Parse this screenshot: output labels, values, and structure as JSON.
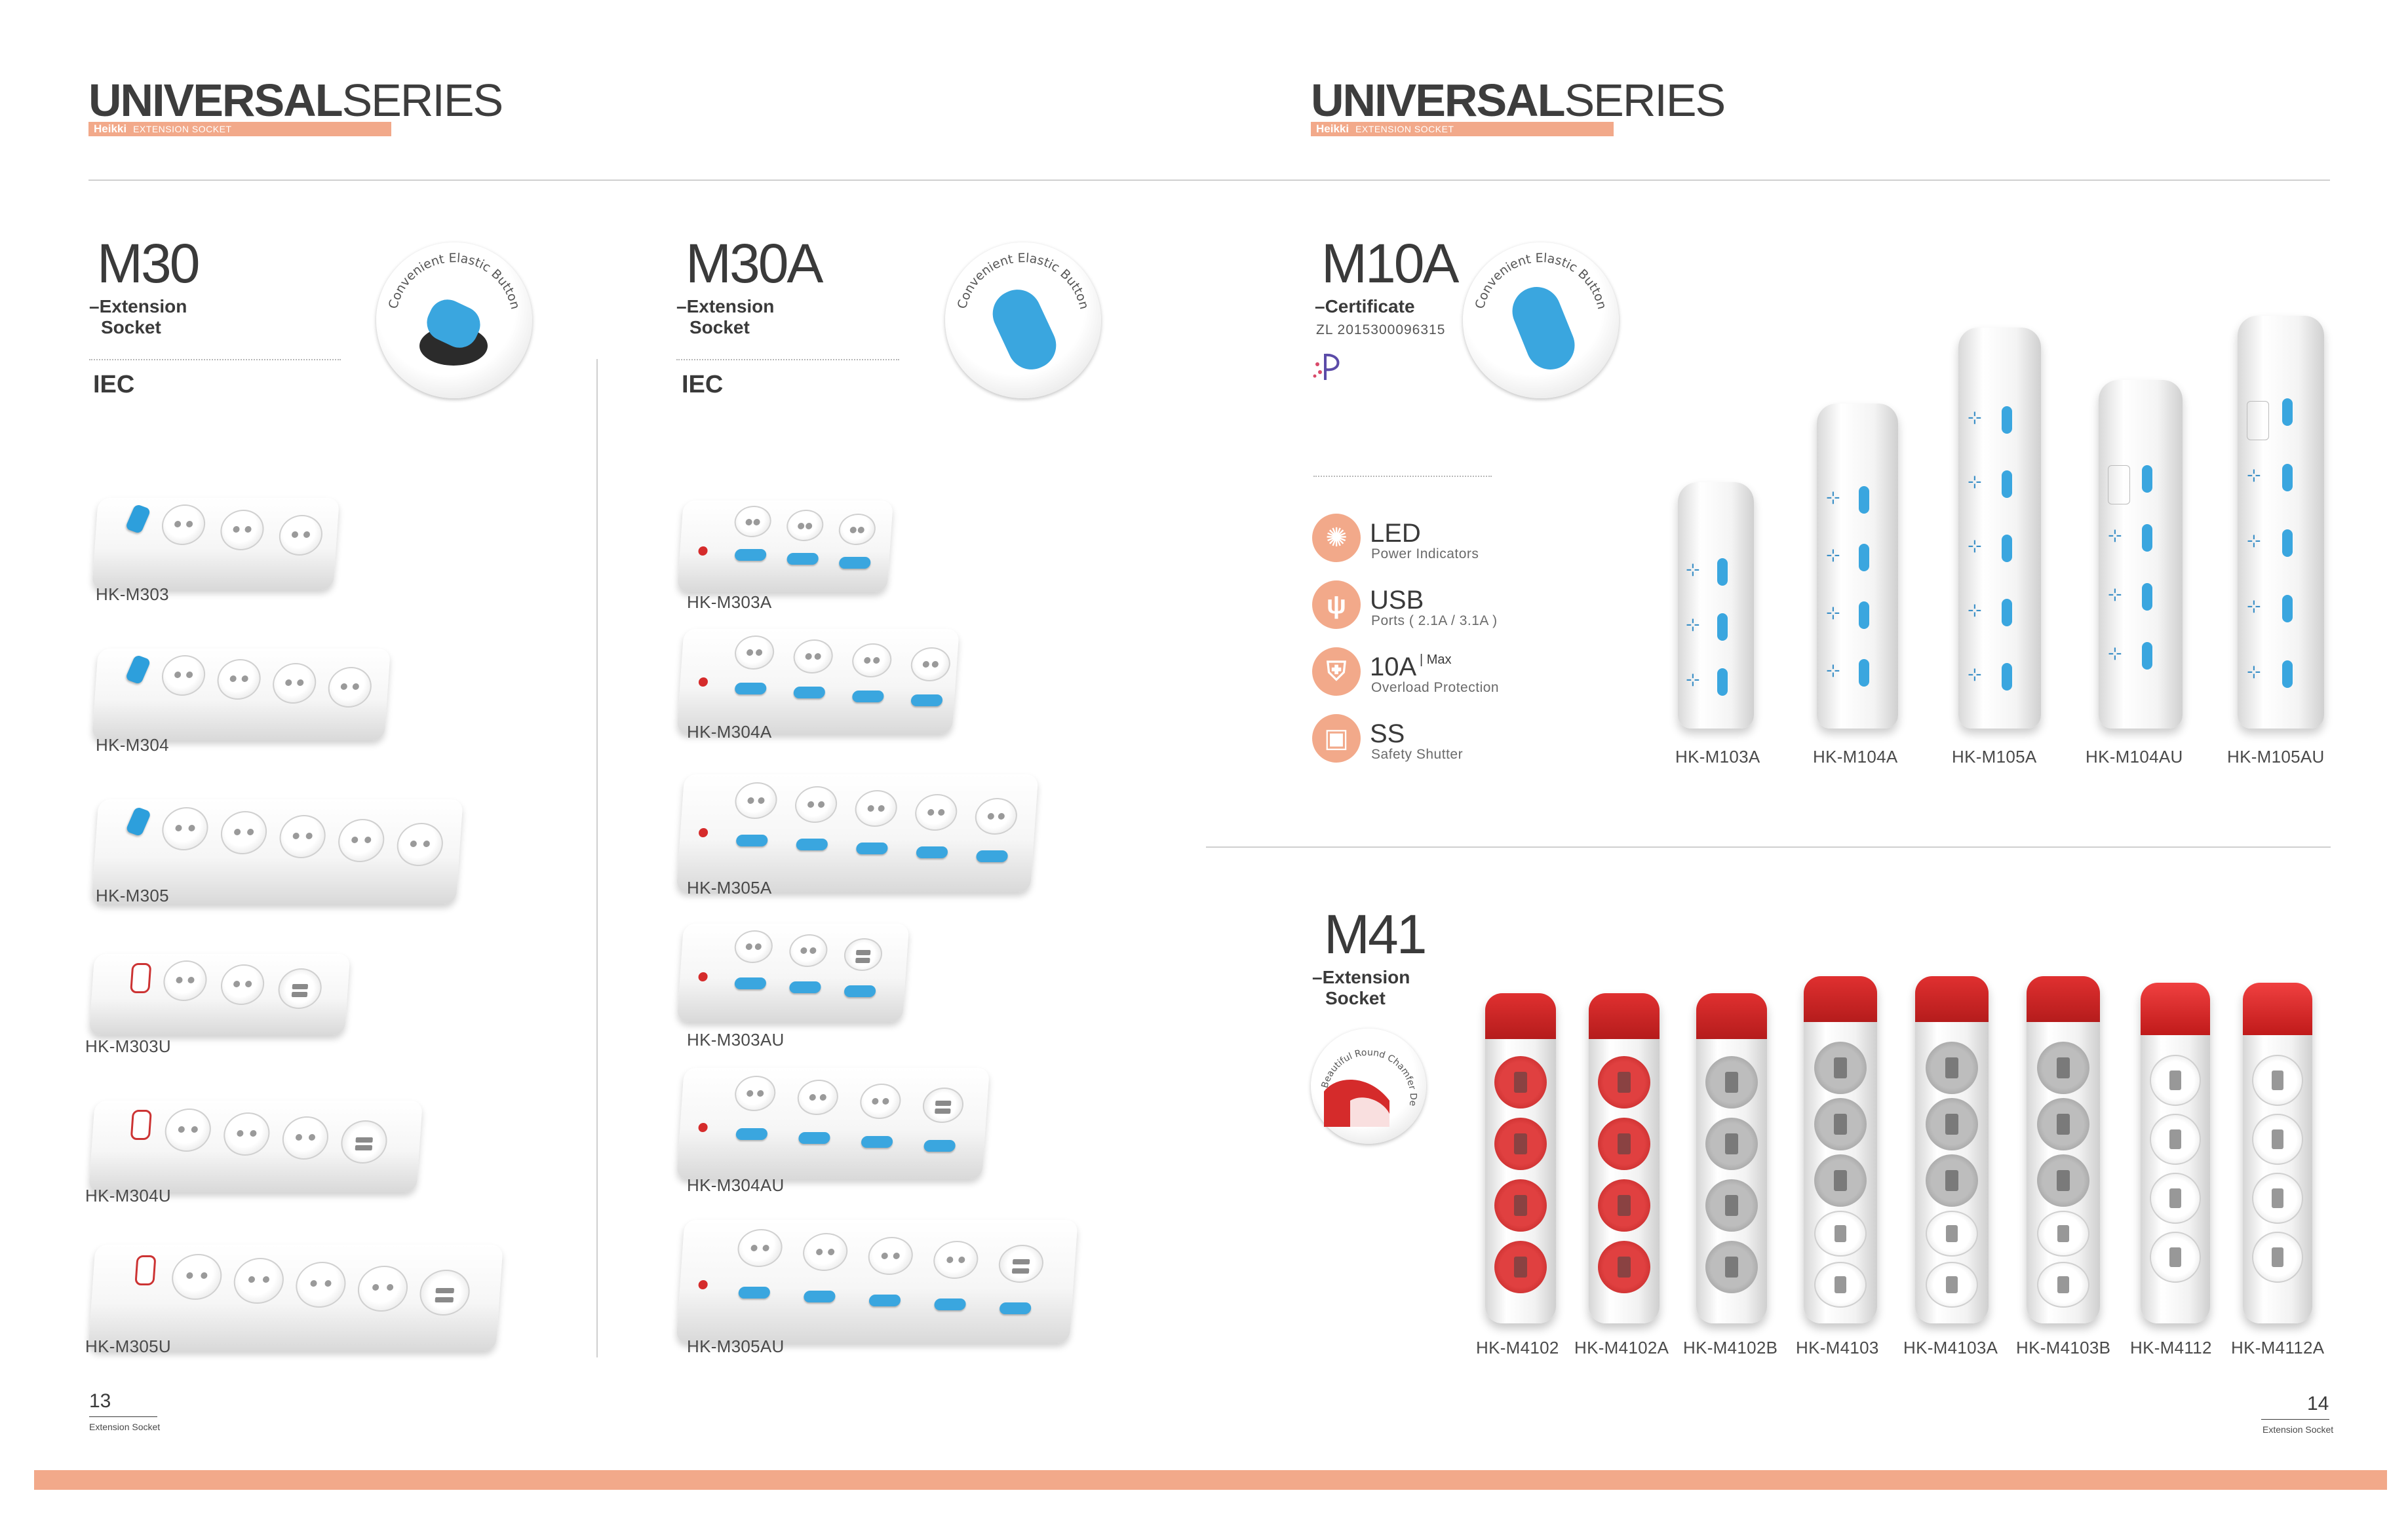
{
  "left_page": {
    "header": {
      "title_bold": "UNIVERSAL",
      "title_light": "SERIES",
      "brand": "Heikki",
      "subtitle": "EXTENSION SOCKET"
    },
    "m30": {
      "model": "M30",
      "sub1": "–Extension",
      "sub2": "Socket",
      "standard": "IEC",
      "feature": "Convenient Elastic Button",
      "products": [
        "HK-M303",
        "HK-M304",
        "HK-M305",
        "HK-M303U",
        "HK-M304U",
        "HK-M305U"
      ]
    },
    "m30a": {
      "model": "M30A",
      "sub1": "–Extension",
      "sub2": "Socket",
      "standard": "IEC",
      "feature": "Convenient Elastic Button",
      "products": [
        "HK-M303A",
        "HK-M304A",
        "HK-M305A",
        "HK-M303AU",
        "HK-M304AU",
        "HK-M305AU"
      ]
    },
    "page_number": "13",
    "page_label": "Extension Socket"
  },
  "right_page": {
    "header": {
      "title_bold": "UNIVERSAL",
      "title_light": "SERIES",
      "brand": "Heikki",
      "subtitle": "EXTENSION SOCKET"
    },
    "m10a": {
      "model": "M10A",
      "sub1": "–Certificate",
      "cert_no": "ZL 2015300096315",
      "feature": "Convenient Elastic Button",
      "features": [
        {
          "icon": "led-bulb-icon",
          "title": "LED",
          "sub": "Power Indicators"
        },
        {
          "icon": "usb-icon",
          "title": "USB",
          "sub": "Ports ( 2.1A / 3.1A )"
        },
        {
          "icon": "shield-icon",
          "title": "10A",
          "sup": "Max",
          "sub": "Overload Protection"
        },
        {
          "icon": "shutter-icon",
          "title": "SS",
          "sub": "Safety Shutter"
        }
      ],
      "products": [
        "HK-M103A",
        "HK-M104A",
        "HK-M105A",
        "HK-M104AU",
        "HK-M105AU"
      ]
    },
    "m41": {
      "model": "M41",
      "sub1": "–Extension",
      "sub2": "Socket",
      "feature": "Beautiful Round Chamfer Design",
      "products": [
        "HK-M4102",
        "HK-M4102A",
        "HK-M4102B",
        "HK-M4103",
        "HK-M4103A",
        "HK-M4103B",
        "HK-M4112",
        "HK-M4112A"
      ]
    },
    "page_number": "14",
    "page_label": "Extension Socket"
  },
  "colors": {
    "accent": "#f2a98a",
    "blue_button": "#3aa6df",
    "red_socket": "#d52b2b",
    "text": "#3a3a3a"
  }
}
